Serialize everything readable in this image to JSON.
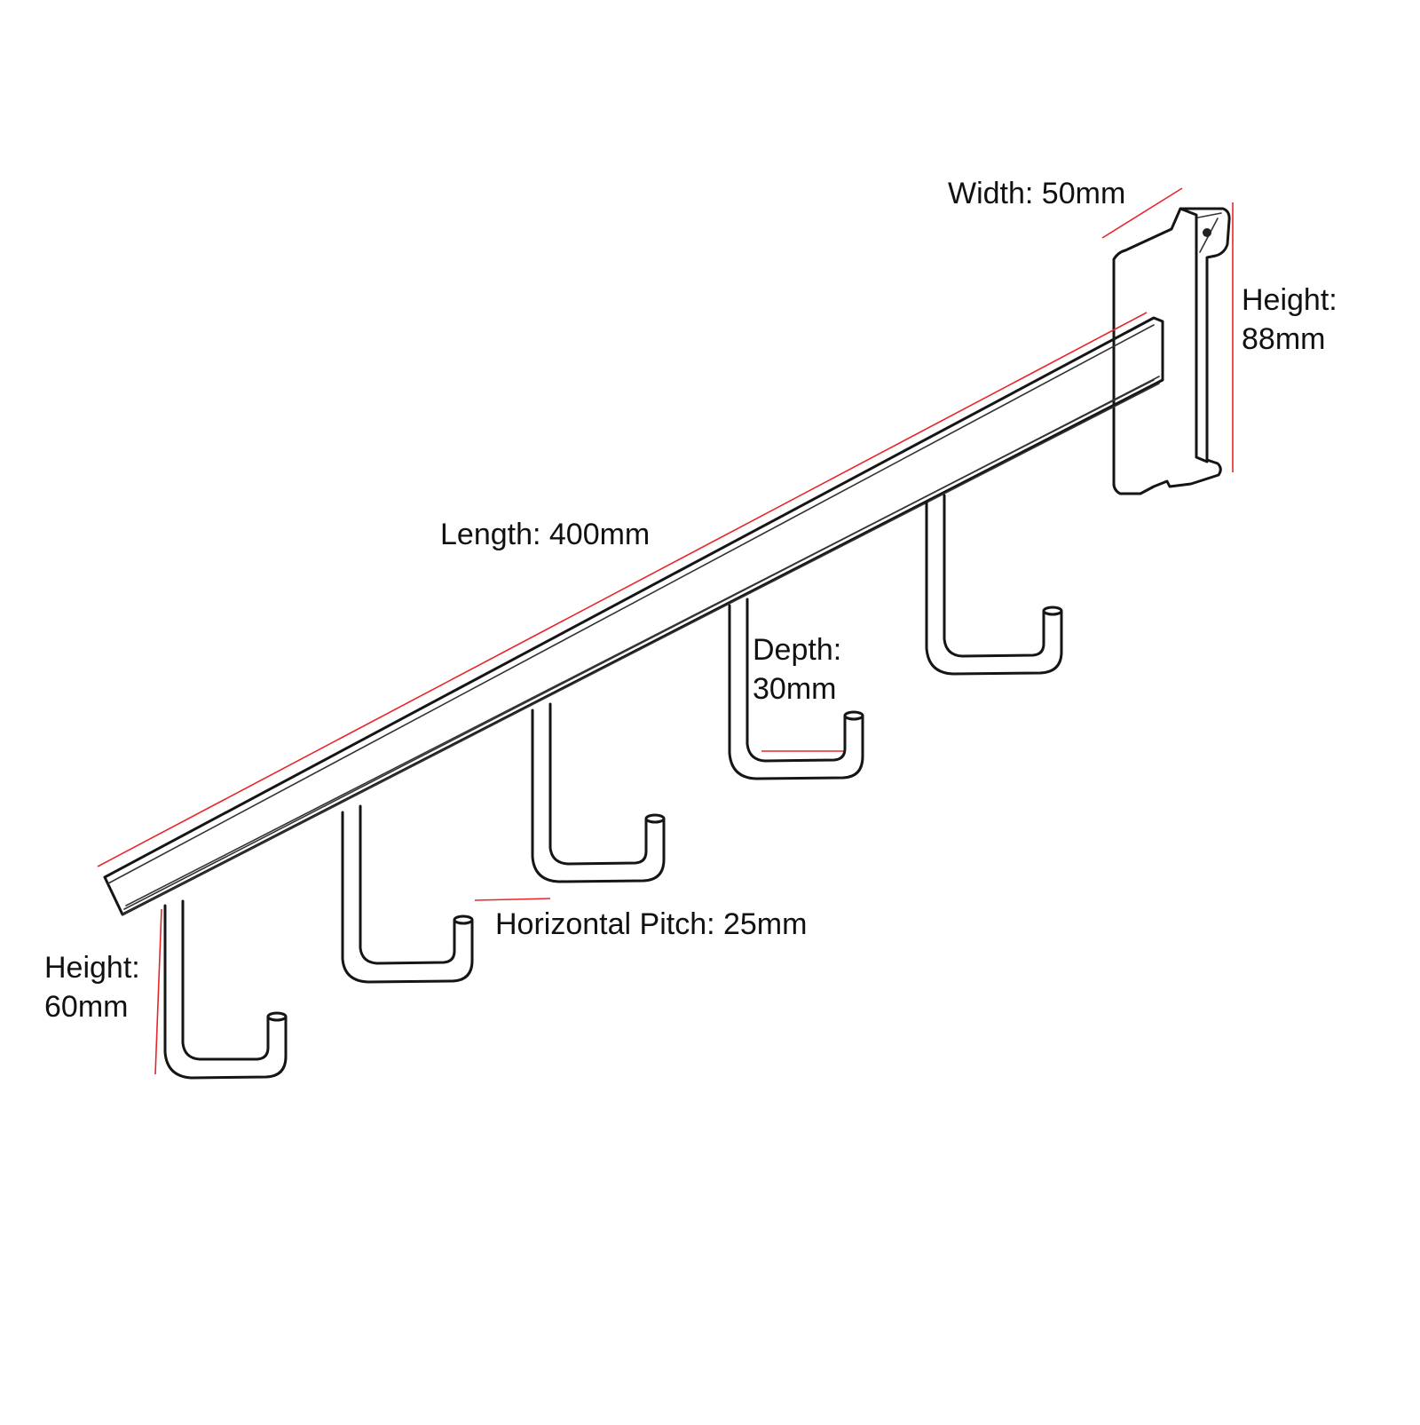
{
  "diagram": {
    "subject": "Slatwall waterfall bracket with 5 hooks",
    "hook_count": 5,
    "colors": {
      "line": "#151515",
      "dimension_line": "#e8262a",
      "background": "#ffffff"
    }
  },
  "labels": {
    "width": "Width: 50mm",
    "bracket_height_line1": "Height:",
    "bracket_height_line2": "88mm",
    "length": "Length: 400mm",
    "depth_line1": "Depth:",
    "depth_line2": "30mm",
    "horizontal_pitch": "Horizontal Pitch: 25mm",
    "hook_height_line1": "Height:",
    "hook_height_line2": "60mm"
  },
  "dimensions": {
    "width_mm": 50,
    "bracket_height_mm": 88,
    "length_mm": 400,
    "depth_mm": 30,
    "horizontal_pitch_mm": 25,
    "hook_height_mm": 60
  }
}
